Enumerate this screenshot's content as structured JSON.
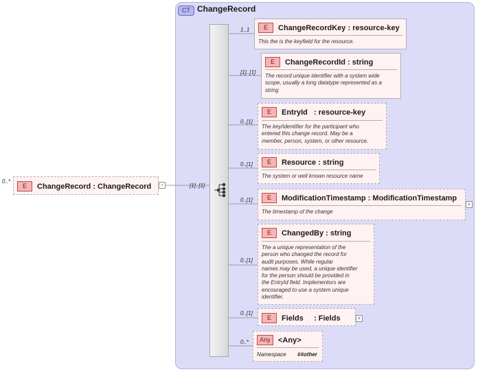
{
  "complex_type": {
    "badge": "CT",
    "title": "ChangeRecord"
  },
  "root": {
    "badge": "E",
    "name": "ChangeRecord : ChangeRecord",
    "cardinality": "0..*",
    "seq_cardinality": "[1]..[1]"
  },
  "elements": [
    {
      "badge": "E",
      "name": "ChangeRecordKey : resource-key",
      "cardinality": "1..1",
      "doc": [
        "This the is the keyfield for the resource."
      ]
    },
    {
      "badge": "E",
      "name": "ChangeRecordId : string",
      "cardinality": "[1]..[1]",
      "doc": [
        "The record unique identifier with a system wide",
        "scope, usually a long datatype represented as a",
        "string"
      ]
    },
    {
      "badge": "E",
      "name": "EntryId   : resource-key",
      "cardinality": "0..[1]",
      "doc": [
        "The key/identifier for the participant who",
        "entered this change record. May be a",
        "member, person, system, or other resource."
      ]
    },
    {
      "badge": "E",
      "name": "Resource : string",
      "cardinality": "0..[1]",
      "doc": [
        "The system or well known resource name"
      ]
    },
    {
      "badge": "E",
      "name": "ModificationTimestamp : ModificationTimestamp",
      "cardinality": "0..[1]",
      "doc": [
        "The timestamp of the change"
      ]
    },
    {
      "badge": "E",
      "name": "ChangedBy : string",
      "cardinality": "0..[1]",
      "doc": [
        "The a unique representation of the",
        "person who changed the record for",
        "audit purposes. While regular",
        "names may be used, a unique identifier",
        "for the person should be provided in",
        "the EntryId field. Implementors are",
        "encouraged to use a system unique",
        "identifier."
      ]
    },
    {
      "badge": "E",
      "name": "Fields     : Fields",
      "cardinality": "0..[1]",
      "doc": []
    }
  ],
  "any": {
    "badge": "Any",
    "name": "<Any>",
    "cardinality": "0..*",
    "ns_label": "Namespace",
    "ns_value": "##other"
  }
}
